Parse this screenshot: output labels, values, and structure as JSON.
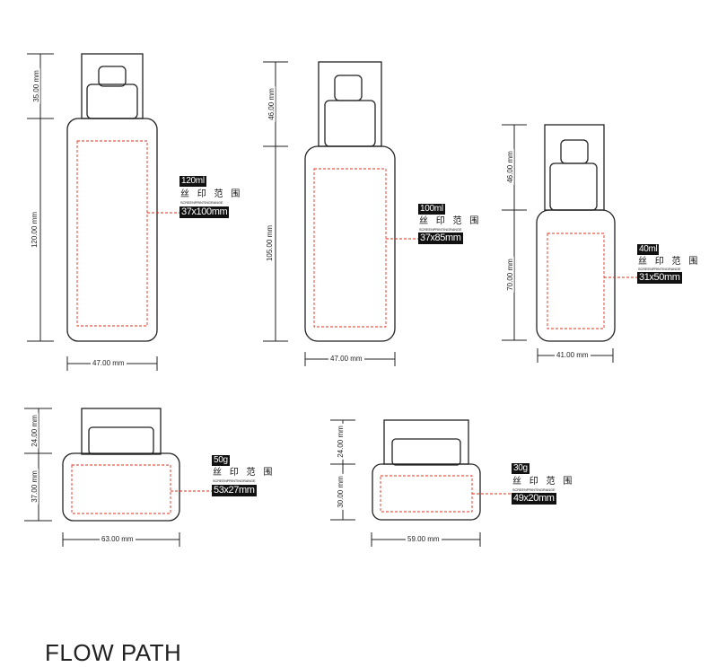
{
  "screen_label": "丝 印 范 围",
  "screen_label_en": "SCREENPRINTINGRANGE",
  "bottles": [
    {
      "id": "120ml",
      "volume": "120ml",
      "print_size": "37x100mm",
      "width_dim": "47.00 mm",
      "cap_dim": "35.00 mm",
      "body_dim": "120.00 mm"
    },
    {
      "id": "100ml",
      "volume": "100ml",
      "print_size": "37x85mm",
      "width_dim": "47.00 mm",
      "cap_dim": "46.00 mm",
      "body_dim": "105.00 mm"
    },
    {
      "id": "40ml",
      "volume": "40ml",
      "print_size": "31x50mm",
      "width_dim": "41.00 mm",
      "cap_dim": "46.00 mm",
      "body_dim": "70.00 mm"
    },
    {
      "id": "50g",
      "volume": "50g",
      "print_size": "53x27mm",
      "width_dim": "63.00 mm",
      "cap_dim": "24.00 mm",
      "body_dim": "37.00 mm"
    },
    {
      "id": "30g",
      "volume": "30g",
      "print_size": "49x20mm",
      "width_dim": "59.00 mm",
      "cap_dim": "24.00 mm",
      "body_dim": "30.00 mm"
    }
  ],
  "footer": {
    "title": "FLOW PATH"
  }
}
